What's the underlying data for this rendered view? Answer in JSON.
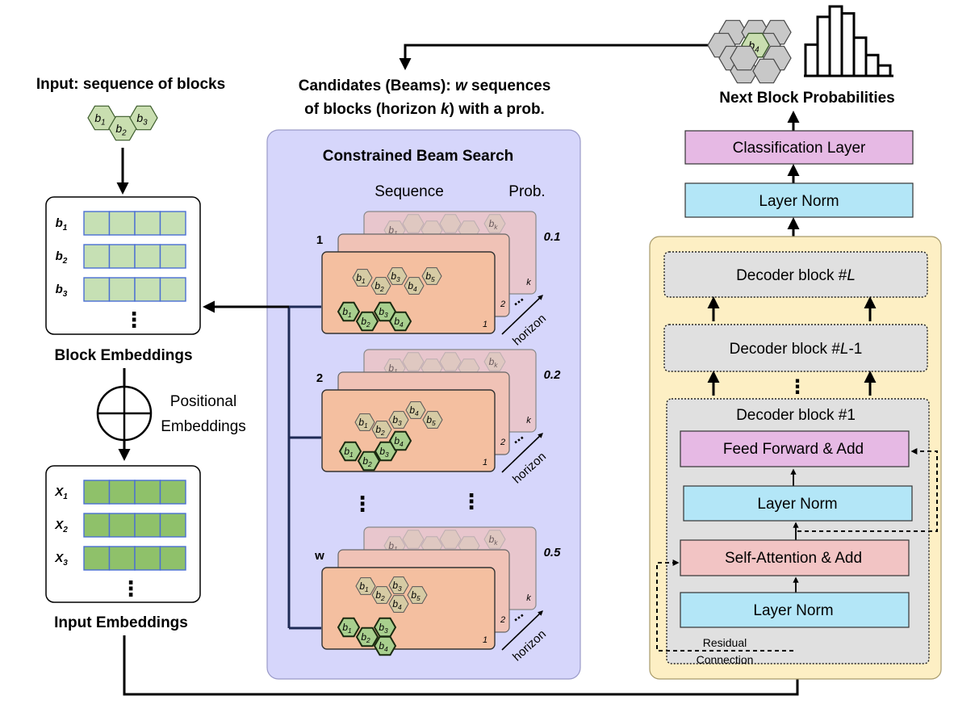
{
  "input": {
    "title": "Input: sequence of blocks",
    "blocks": [
      "b",
      "b",
      "b"
    ],
    "block_subs": [
      "1",
      "2",
      "3"
    ]
  },
  "block_embeddings": {
    "rows": [
      {
        "label": "b",
        "sub": "1"
      },
      {
        "label": "b",
        "sub": "2"
      },
      {
        "label": "b",
        "sub": "3"
      }
    ],
    "caption": "Block Embeddings"
  },
  "positional": {
    "line1": "Positional",
    "line2": "Embeddings"
  },
  "input_embeddings": {
    "rows": [
      {
        "label": "X",
        "sub": "1"
      },
      {
        "label": "X",
        "sub": "2"
      },
      {
        "label": "X",
        "sub": "3"
      }
    ],
    "caption": "Input Embeddings"
  },
  "candidates": {
    "line1_a": "Candidates (Beams): ",
    "line1_b": "w",
    "line1_c": " sequences",
    "line2_a": "of blocks (horizon ",
    "line2_b": "k",
    "line2_c": ") with a prob."
  },
  "beam_search": {
    "title": "Constrained Beam Search",
    "col_sequence": "Sequence",
    "col_prob": "Prob.",
    "horizon_label": "horizon",
    "layer_labels": [
      "1",
      "2",
      "k"
    ],
    "beams": [
      {
        "id": "1",
        "prob": "0.1"
      },
      {
        "id": "2",
        "prob": "0.2"
      },
      {
        "id": "w",
        "prob": "0.5"
      }
    ]
  },
  "output": {
    "block": "b",
    "block_sub": "4",
    "caption": "Next Block Probabilities",
    "histogram_levels": [
      0.45,
      0.85,
      1.0,
      0.9,
      0.55,
      0.3,
      0.15
    ]
  },
  "transformer": {
    "classification": "Classification Layer",
    "layer_norm_top": "Layer Norm",
    "decoder_L_prefix": "Decoder block #",
    "decoder_L_var": "L",
    "decoder_L1_prefix": "Decoder block #",
    "decoder_L1_var": "L",
    "decoder_L1_suffix": "-1",
    "decoder_1": "Decoder block #1",
    "feed_forward": "Feed Forward & Add",
    "layer_norm_mid": "Layer Norm",
    "self_attention": "Self-Attention & Add",
    "layer_norm_bottom": "Layer Norm",
    "residual_1": "Residual",
    "residual_2": "Connection"
  },
  "colors": {
    "block_green": "#c9deb0",
    "block_green_dark": "#a8cf8e",
    "embed_light": "#c6e0b4",
    "embed_dark": "#8fc16a",
    "embed_border": "#4a6fd4",
    "beam_panel": "#d6d6fb",
    "beam_card": "#f4bfa0",
    "beam_card_back": "#e8c6cd",
    "classification": "#e6b9e4",
    "layer_norm": "#b3e6f7",
    "decoder_gray": "#e0e0e0",
    "self_attention": "#f2c4c4",
    "transformer_panel": "#fdefc4"
  }
}
